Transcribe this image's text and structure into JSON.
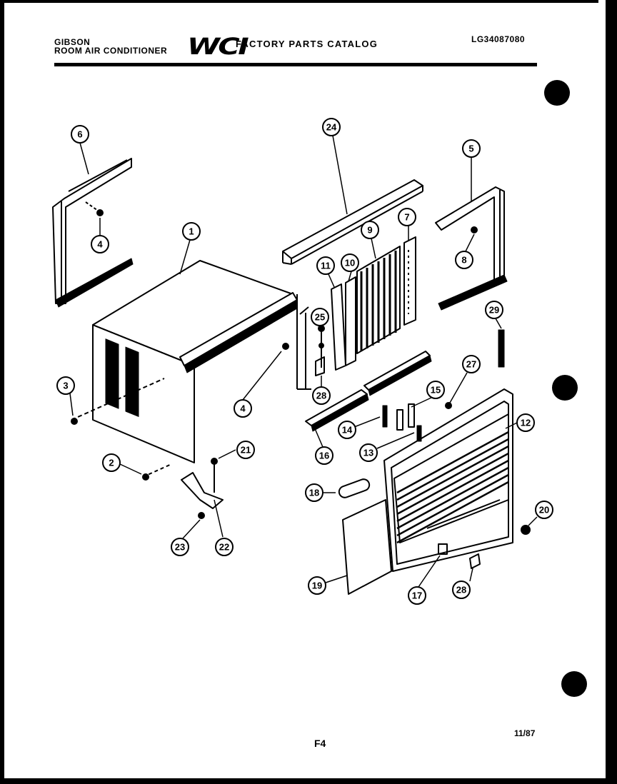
{
  "header": {
    "brand": "GIBSON",
    "product": "ROOM AIR CONDITIONER",
    "logo": "WCI",
    "catalog_title": "FACTORY PARTS CATALOG",
    "catalog_code": "LG34087080"
  },
  "footer": {
    "figure": "F4",
    "date": "11/87"
  },
  "callouts": {
    "c6": "6",
    "c4a": "4",
    "c1": "1",
    "c3": "3",
    "c2": "2",
    "c4b": "4",
    "c21": "21",
    "c22": "22",
    "c23": "23",
    "c24": "24",
    "c11": "11",
    "c10": "10",
    "c9": "9",
    "c7": "7",
    "c5": "5",
    "c8": "8",
    "c25": "25",
    "c28a": "28",
    "c16": "16",
    "c14": "14",
    "c15": "15",
    "c13": "13",
    "c27": "27",
    "c12": "12",
    "c29": "29",
    "c18": "18",
    "c19": "19",
    "c17": "17",
    "c28b": "28",
    "c20": "20"
  }
}
